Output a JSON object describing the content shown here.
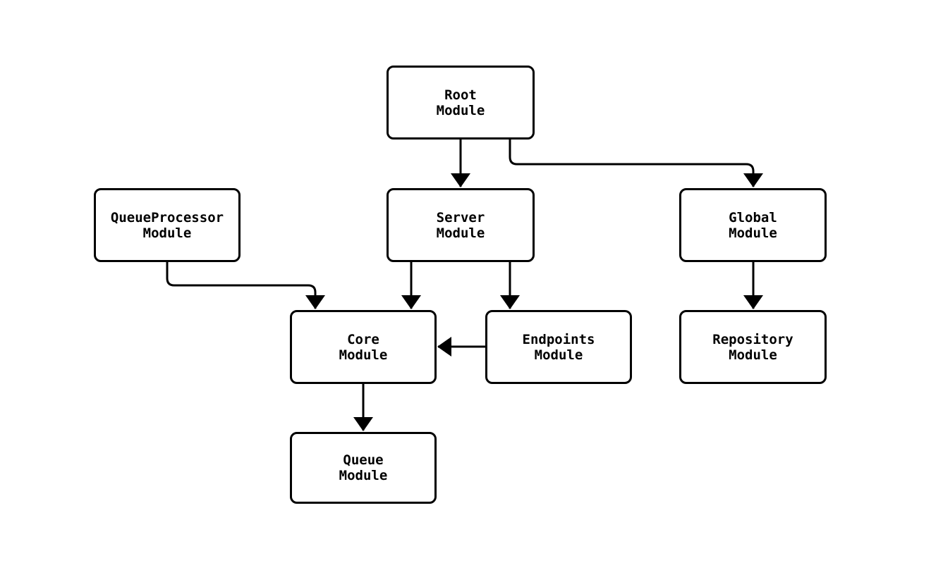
{
  "diagram": {
    "type": "flowchart",
    "direction": "top-down",
    "background_color": "#ffffff",
    "node_style": {
      "border_color": "#000000",
      "fill_color": "#ffffff",
      "text_color": "#000000"
    },
    "edge_color": "#000000",
    "nodes": [
      {
        "id": "root",
        "line1": "Root",
        "line2": "Module"
      },
      {
        "id": "queueprocessor",
        "line1": "QueueProcessor",
        "line2": "Module"
      },
      {
        "id": "server",
        "line1": "Server",
        "line2": "Module"
      },
      {
        "id": "global",
        "line1": "Global",
        "line2": "Module"
      },
      {
        "id": "core",
        "line1": "Core",
        "line2": "Module"
      },
      {
        "id": "endpoints",
        "line1": "Endpoints",
        "line2": "Module"
      },
      {
        "id": "repository",
        "line1": "Repository",
        "line2": "Module"
      },
      {
        "id": "queue",
        "line1": "Queue",
        "line2": "Module"
      }
    ],
    "edges": [
      {
        "from": "Root Module",
        "to": "Server Module"
      },
      {
        "from": "Root Module",
        "to": "Global Module"
      },
      {
        "from": "QueueProcessor Module",
        "to": "Core Module"
      },
      {
        "from": "Server Module",
        "to": "Core Module"
      },
      {
        "from": "Server Module",
        "to": "Endpoints Module"
      },
      {
        "from": "Endpoints Module",
        "to": "Core Module"
      },
      {
        "from": "Global Module",
        "to": "Repository Module"
      },
      {
        "from": "Core Module",
        "to": "Queue Module"
      }
    ]
  }
}
